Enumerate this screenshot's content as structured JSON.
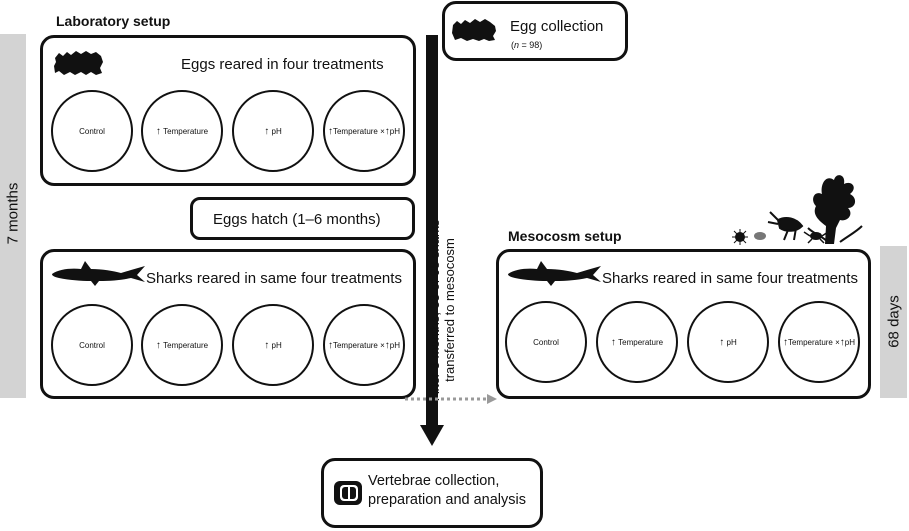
{
  "laboratory": {
    "title": "Laboratory setup",
    "eggs_box_title": "Eggs reared in four treatments",
    "sharks_box_title": "Sharks reared in same four treatments",
    "treatments": [
      "Control",
      "Temperature",
      "pH",
      "Temperature × ",
      "pH"
    ]
  },
  "egg_collection": {
    "title": "Egg collection",
    "n_label": "n",
    "n_value": " = 98)",
    "n_open": "("
  },
  "hatch": {
    "label": "Eggs hatch (1–6 months)"
  },
  "durations": {
    "lab": "7 months",
    "mesocosm": "68 days"
  },
  "transfer": {
    "line1": "After 3 months, 33 of 98 sharks",
    "line2": "transferred to mesocosm"
  },
  "mesocosm": {
    "title": "Mesocosm setup",
    "box_title": "Sharks reared in same four treatments",
    "treatments": [
      "Control",
      "Temperature",
      "pH",
      "Temperature × ",
      "pH"
    ]
  },
  "vertebrae": {
    "line1": "Vertebrae collection,",
    "line2": "preparation and analysis"
  },
  "colors": {
    "bar": "#d3d3d3",
    "stroke": "#111111",
    "dotted_arrow": "#9a9a9a"
  }
}
